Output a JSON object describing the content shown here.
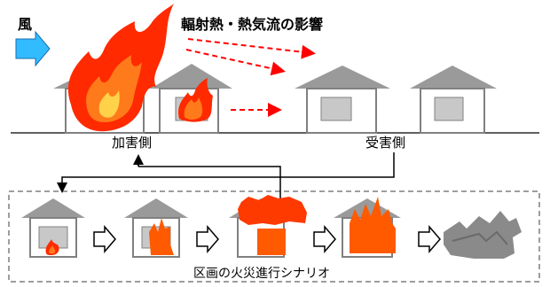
{
  "wind": {
    "label": "風"
  },
  "heat": {
    "label": "輻射熱・熱気流の影響"
  },
  "sides": {
    "attacker": "加害側",
    "receiver": "受害側"
  },
  "scenario": {
    "label": "区画の火災進行シナリオ"
  },
  "colors": {
    "roof": "#9a9a9a",
    "wall": "#ffffff",
    "window": "#c8c8c8",
    "outline": "#808080",
    "flame_outer": "#ff2a00",
    "flame_inner": "#ff7a1a",
    "flame_core": "#ffd24a",
    "arrow_red": "#ff0000",
    "wind_arrow": "#33bbff",
    "collapsed": "#8a8a8a"
  }
}
